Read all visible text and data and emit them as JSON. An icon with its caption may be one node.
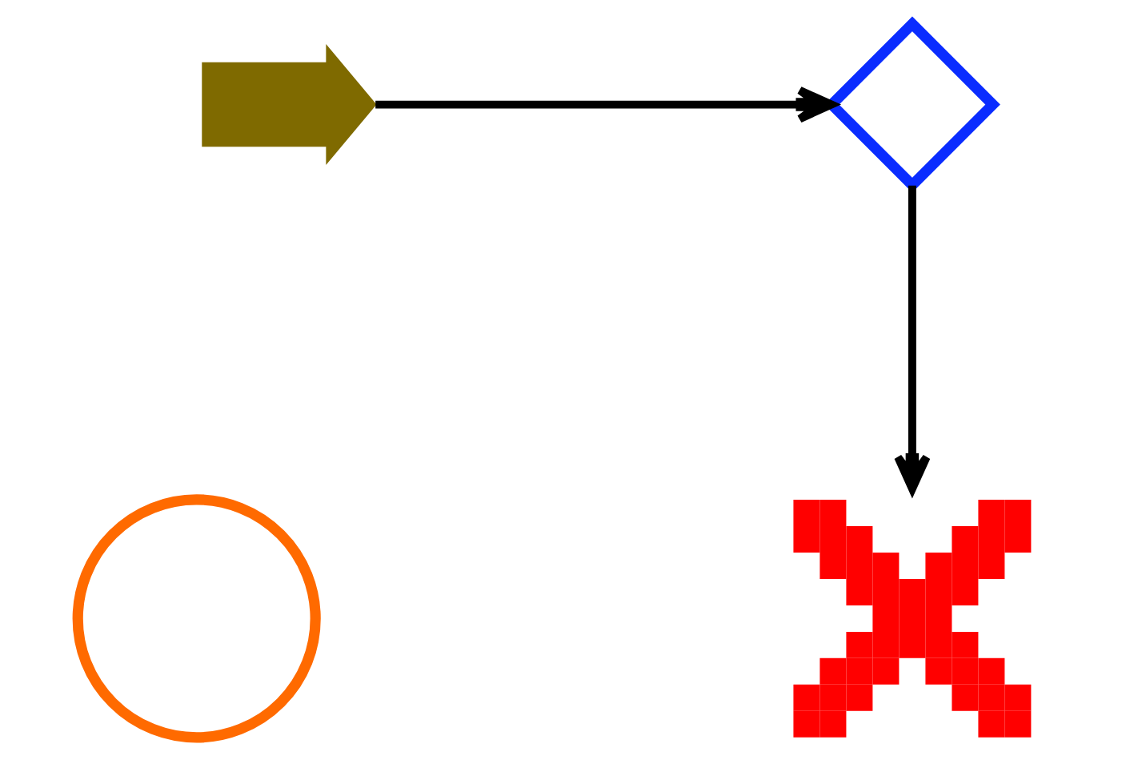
{
  "diagram": {
    "nodes": [
      {
        "text": [],
        "shape": "arrow"
      },
      {
        "text": [],
        "shape": "diamond"
      },
      {
        "text": [],
        "shape": "circle"
      },
      {
        "text": [],
        "shape": "cross"
      }
    ],
    "edges": [
      {
        "from": 0,
        "to": 1,
        "arrow": "to"
      },
      {
        "from": 1,
        "to": 3,
        "arrow": "to"
      }
    ]
  }
}
